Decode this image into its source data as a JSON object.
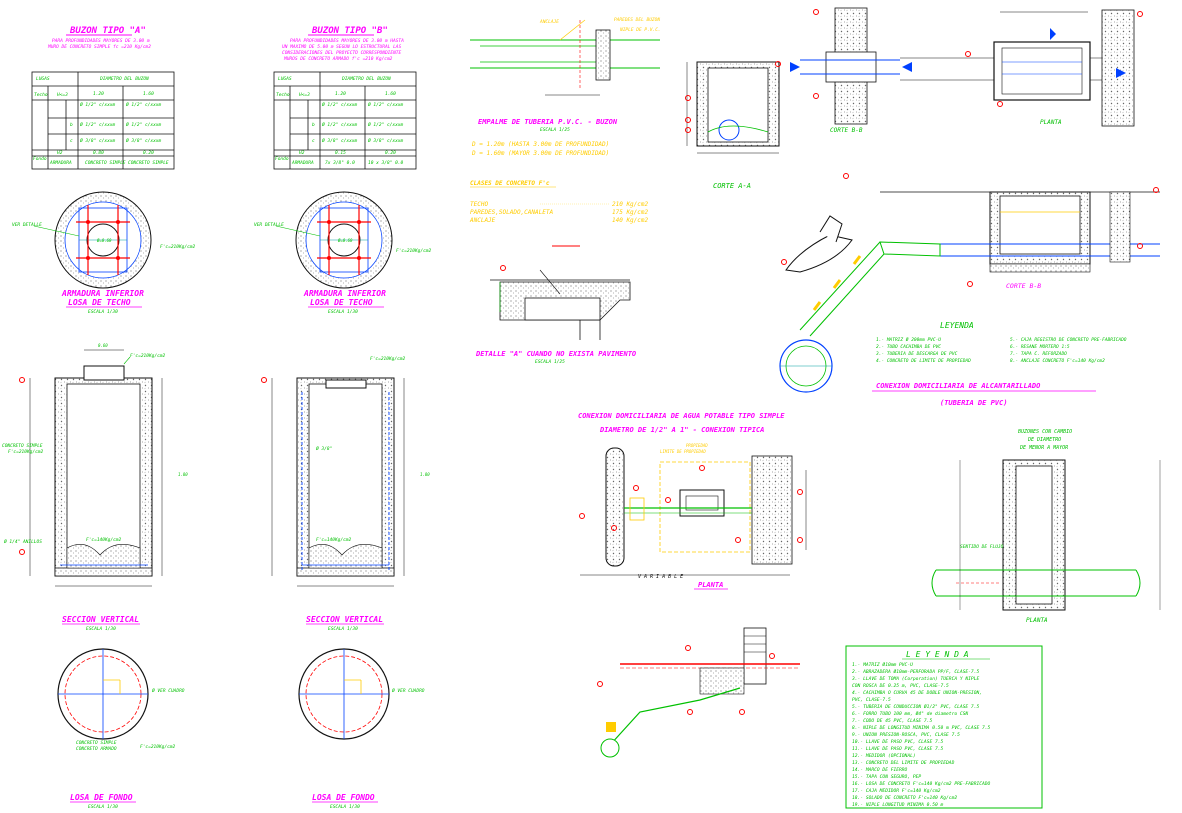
{
  "buzon_a": {
    "title": "BUZON TIPO \"A\"",
    "note1": "PARA PROFUNDIDADES MAYORES DE 3.00 m",
    "note2": "MURO DE CONCRETO SIMPLE  fc =210 Kg/cm2",
    "table": {
      "h_lugar": "LUGAS",
      "h_diam": "DIAMETRO DEL BUZON",
      "c1": "1.20",
      "c2": "1.60",
      "row_label": "Techo",
      "r1": [
        "H<=3",
        "Ø 1/2\" c/xxxm",
        "Ø 1/2\" c/xxxm"
      ],
      "r2": [
        "b",
        "Ø 1/2\" c/xxxm",
        "Ø 1/2\" c/xxxm"
      ],
      "r3": [
        "c",
        "Ø 3/8\" c/xxxm",
        "Ø 3/8\" c/xxxm"
      ],
      "r4": [
        "H2",
        "0.80",
        "0.20"
      ],
      "fondo": "Fondo",
      "r5": [
        "ARMADURA",
        "CONCRETO SIMPLE",
        "CONCRETO SIMPLE"
      ]
    }
  },
  "buzon_b": {
    "title": "BUZON TIPO \"B\"",
    "note1": "PARA PROFUNDIDADES MAYORES DE 3.00 m HASTA",
    "note2": "UN MAXIMO DE 5.00 m SEGUN LO ESTRUCTURAL LAS",
    "note3": "CONSIDERACIONES DEL PROYECTO CORRESPONDIENTE",
    "note4": "MUROS DE CONCRETO ARMADO f'c =210 Kg/cm2",
    "table": {
      "h_lugar": "LUGAS",
      "h_diam": "DIAMETRO DEL BUZON",
      "c1": "1.20",
      "c2": "1.60",
      "row_label": "Techo",
      "r1": [
        "H<=3",
        "Ø 1/2\" c/xxxm",
        "Ø 1/2\" c/xxxm"
      ],
      "r2": [
        "b",
        "Ø 1/2\" c/xxxm",
        "Ø 1/2\" c/xxxm"
      ],
      "r3": [
        "c",
        "Ø 3/8\" c/xxxm",
        "Ø 3/8\" c/xxxm"
      ],
      "r4": [
        "H2",
        "0.15",
        "0.20"
      ],
      "fondo": "Fondo",
      "r5": [
        "ARMADURA",
        "7x 3/8\" 0.0",
        "10 x 3/8\" 0.0"
      ]
    }
  },
  "losa_techo": {
    "title1": "ARMADURA INFERIOR",
    "title2": "LOSA DE TECHO",
    "scale": "ESCALA 1/30",
    "ver_detalle": "VER DETALLE",
    "fc": "F'c=210Kg/cm2"
  },
  "seccion": {
    "title": "SECCION VERTICAL",
    "scale": "ESCALA 1/30",
    "fc_top": "F'c=210Kg/cm2",
    "concreto_simple": "CONCRETO SIMPLE",
    "fc_left": "F'c=210Kg/cm2",
    "anillos": "Ø 1/4\" ANILLOS",
    "fc_bottom": "F'c=140Kg/cm2",
    "ref_b": "Ø 3/8\"",
    "fc_bottom_b": "F'c=140Kg/cm2"
  },
  "losa_fondo": {
    "title": "LOSA DE FONDO",
    "scale": "ESCALA 1/30",
    "ver_cuadro": "Ø VER CUADRO",
    "concreto": "CONCRETO SIMPLE",
    "concreto2": "CONCRETO ARMADO",
    "fc": "F'c=210Kg/cm2"
  },
  "empalme": {
    "title": "EMPALME DE TUBERIA P.V.C. - BUZON",
    "scale": "ESCALA 1/25",
    "d1": "D = 1.20m (HASTA 3.00m DE PROFUNDIDAD)",
    "d2": "D = 1.60m (MAYOR 3.00m DE PROFUNDIDAD)",
    "label_top1": "PAREDES DEL BUZON",
    "label_top2": "NIPLE DE P.V.C.",
    "label_left": "ANCLAJE"
  },
  "clases": {
    "title": "CLASES DE CONCRETO F'c",
    "rows": [
      [
        "TECHO",
        "210 Kg/cm2"
      ],
      [
        "PAREDES,SOLADO,CANALETA",
        "175 Kg/cm2"
      ],
      [
        "ANCLAJE",
        "140 Kg/cm2"
      ]
    ]
  },
  "detalle_a": {
    "title": "DETALLE \"A\" CUANDO NO EXISTA PAVIMENTO",
    "scale": "ESCALA 1/25"
  },
  "corte_aa": {
    "title": "CORTE A-A"
  },
  "corte_bb_top": {
    "title": "CORTE B-B"
  },
  "planta_top": {
    "title": "PLANTA"
  },
  "corte_bb": {
    "title": "CORTE B-B"
  },
  "leyenda_alc": {
    "title": "LEYENDA",
    "items_left": [
      "1.- MATRIZ Ø 200mm PVC-U",
      "2.- TUBO CACHIMBA DE PVC",
      "3.- TUBERIA DE DESCARGA DE PVC",
      "4.- CONCRETO DE LIMITE DE PROPIEDAD"
    ],
    "items_right": [
      "5.- CAJA REGISTRO DE CONCRETO PRE-FABRICADO",
      "6.- RESANE MORTERO 1:5",
      "7.- TAPA C. REFORZADO",
      "8.- ANCLAJE CONCRETO F'c=140 Kg/cm2"
    ],
    "conexion1": "CONEXION DOMICILIARIA DE ALCANTARILLADO",
    "conexion2": "(TUBERIA DE PVC)"
  },
  "conexion_agua": {
    "title1": "CONEXION DOMICILIARIA DE AGUA POTABLE TIPO SIMPLE",
    "title2": "DIAMETRO DE 1/2\" A 1\" - CONEXION TIPICA",
    "label1": "PROPIEDAD",
    "label2": "LIMITE DE PROPIEDAD",
    "variable": "V A R I A B L E",
    "planta": "PLANTA"
  },
  "buzones_cambio": {
    "l1": "BUZONES CON CAMBIO",
    "l2": "DE DIAMETRO",
    "l3": "DE MENOR A MAYOR",
    "sentido": "SENTIDO DE FLUJO",
    "planta": "PLANTA"
  },
  "leyenda_agua": {
    "title": "L E Y E N D A",
    "items": [
      "1.- MATRIZ Ø10mm PVC-U",
      "2.- ABRAZADERA Ø10mm-PERFORADA PP/F, CLASE-7.5",
      "3.- LLAVE DE TOMA (Corporation) TUERCA Y NIPLE",
      "    CON ROSCA DE 0.25 m, PVC, CLASE-7.5",
      "4.- CACHIMBA O CURVA 45 DE DOBLE UNION-PRESION,",
      "    PVC, CLASE-7.5",
      "5.- TUBERIA DE CONDUCCION Ø1/2\" PVC, CLASE 7.5",
      "6.- FORRO TUBO 100 mm, Ø4\" de diametro CSN",
      "7.- CODO DE 45 PVC, CLASE 7.5",
      "8.- NIPLE DE LONGITUD MINIMA 0.50 m PVC, CLASE 7.5",
      "9.- UNION PRESION-ROSCA, PVC, CLASE 7.5",
      "10.- LLAVE DE PASO PVC, CLASE 7.5",
      "11.- LLAVE DE PASO PVC, CLASE 7.5",
      "12.- MEDIDOR (OPCIONAL)",
      "13.- CONCRETO DEL LIMITE DE PROPIEDAD",
      "14.- MARCO DE FIERRO",
      "15.- TAPA CON SEGURO, PEP",
      "16.- LOSA DE CONCRETO F'c=140 Kg/cm2 PRE-FABRICADO",
      "17.- CAJA MEDIDOR F'c=140 Kg/cm2",
      "18.- SOLADO DE CONCRETO F'c=140 Kg/cm2",
      "19.- NIPLE LONGITUD MINIMA 0.50 m"
    ]
  }
}
